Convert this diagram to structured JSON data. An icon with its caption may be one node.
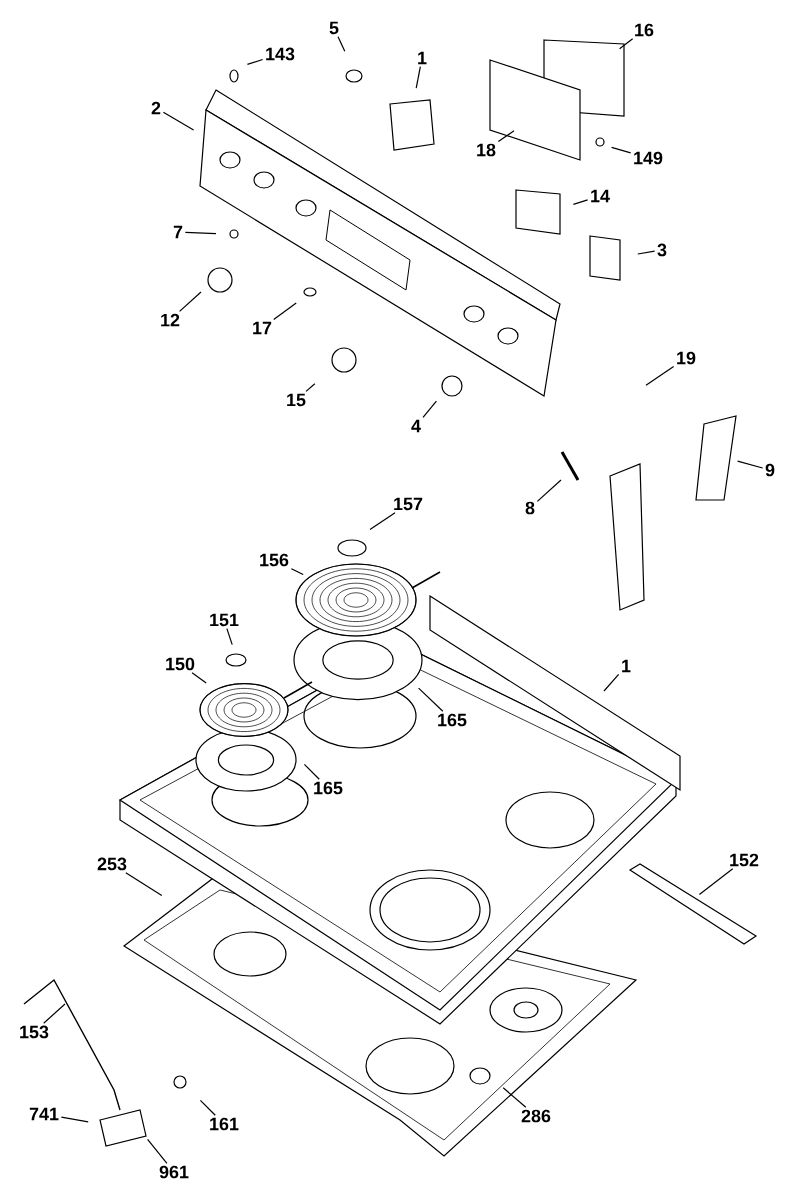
{
  "diagram": {
    "nodes": [
      {
        "text": [
          "5"
        ]
      },
      {
        "text": [
          "143"
        ]
      },
      {
        "text": [
          "1"
        ]
      },
      {
        "text": [
          "16"
        ]
      },
      {
        "text": [
          "2"
        ]
      },
      {
        "text": [
          "18"
        ]
      },
      {
        "text": [
          "149"
        ]
      },
      {
        "text": [
          "14"
        ]
      },
      {
        "text": [
          "7"
        ]
      },
      {
        "text": [
          "3"
        ]
      },
      {
        "text": [
          "12"
        ]
      },
      {
        "text": [
          "17"
        ]
      },
      {
        "text": [
          "15"
        ]
      },
      {
        "text": [
          "4"
        ]
      },
      {
        "text": [
          "19"
        ]
      },
      {
        "text": [
          "9"
        ]
      },
      {
        "text": [
          "8"
        ]
      },
      {
        "text": [
          "157"
        ]
      },
      {
        "text": [
          "156"
        ]
      },
      {
        "text": [
          "151"
        ]
      },
      {
        "text": [
          "150"
        ]
      },
      {
        "text": [
          "165"
        ]
      },
      {
        "text": [
          "1"
        ]
      },
      {
        "text": [
          "165"
        ]
      },
      {
        "text": [
          "253"
        ]
      },
      {
        "text": [
          "152"
        ]
      },
      {
        "text": [
          "153"
        ]
      },
      {
        "text": [
          "741"
        ]
      },
      {
        "text": [
          "961"
        ]
      },
      {
        "text": [
          "161"
        ]
      },
      {
        "text": [
          "286"
        ]
      }
    ],
    "edges": [
      {
        "from": 0,
        "to": null,
        "arrow": "none"
      },
      {
        "from": 1,
        "to": null,
        "arrow": "none"
      },
      {
        "from": 2,
        "to": null,
        "arrow": "none"
      },
      {
        "from": 3,
        "to": null,
        "arrow": "none"
      },
      {
        "from": 4,
        "to": null,
        "arrow": "none"
      },
      {
        "from": 5,
        "to": null,
        "arrow": "none"
      },
      {
        "from": 6,
        "to": null,
        "arrow": "none"
      },
      {
        "from": 7,
        "to": null,
        "arrow": "none"
      },
      {
        "from": 8,
        "to": null,
        "arrow": "none"
      },
      {
        "from": 9,
        "to": null,
        "arrow": "none"
      },
      {
        "from": 10,
        "to": null,
        "arrow": "none"
      },
      {
        "from": 11,
        "to": null,
        "arrow": "none"
      },
      {
        "from": 12,
        "to": null,
        "arrow": "none"
      },
      {
        "from": 13,
        "to": null,
        "arrow": "none"
      },
      {
        "from": 14,
        "to": null,
        "arrow": "none"
      },
      {
        "from": 15,
        "to": null,
        "arrow": "none"
      },
      {
        "from": 16,
        "to": null,
        "arrow": "none"
      },
      {
        "from": 17,
        "to": null,
        "arrow": "none"
      },
      {
        "from": 18,
        "to": null,
        "arrow": "none"
      },
      {
        "from": 19,
        "to": null,
        "arrow": "none"
      },
      {
        "from": 20,
        "to": null,
        "arrow": "none"
      },
      {
        "from": 21,
        "to": null,
        "arrow": "none"
      },
      {
        "from": 22,
        "to": null,
        "arrow": "none"
      },
      {
        "from": 23,
        "to": null,
        "arrow": "none"
      },
      {
        "from": 24,
        "to": null,
        "arrow": "none"
      },
      {
        "from": 25,
        "to": null,
        "arrow": "none"
      },
      {
        "from": 26,
        "to": null,
        "arrow": "none"
      },
      {
        "from": 27,
        "to": null,
        "arrow": "none"
      },
      {
        "from": 28,
        "to": null,
        "arrow": "none"
      },
      {
        "from": 29,
        "to": null,
        "arrow": "none"
      },
      {
        "from": 30,
        "to": null,
        "arrow": "none"
      }
    ]
  }
}
